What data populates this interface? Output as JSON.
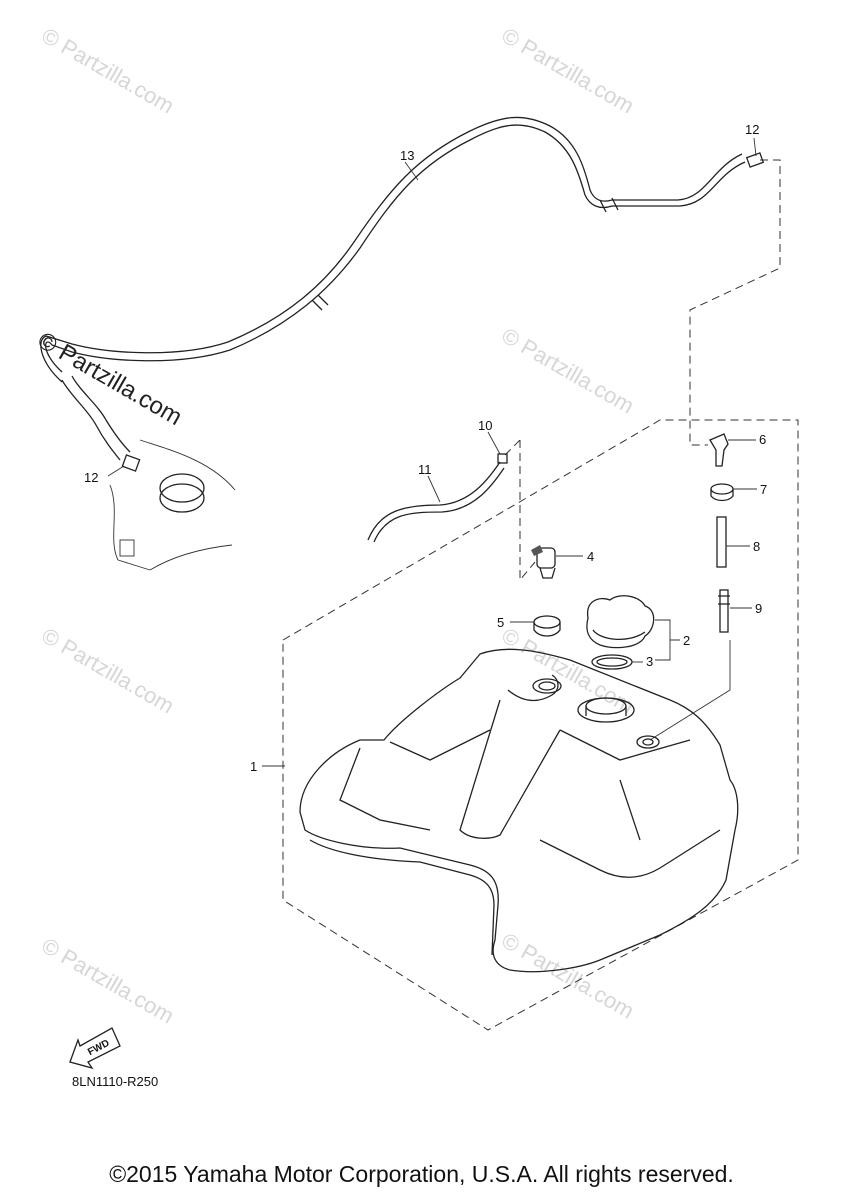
{
  "watermark": {
    "small_text": "© Partzilla.com",
    "big_text": "© Partzilla.com"
  },
  "callouts": [
    "1",
    "2",
    "3",
    "4",
    "5",
    "6",
    "7",
    "8",
    "9",
    "10",
    "11",
    "12",
    "12",
    "13"
  ],
  "fwd_label": "FWD",
  "diagram_ref": "8LN1110-R250",
  "copyright": "©2015 Yamaha Motor Corporation, U.S.A. All rights reserved."
}
